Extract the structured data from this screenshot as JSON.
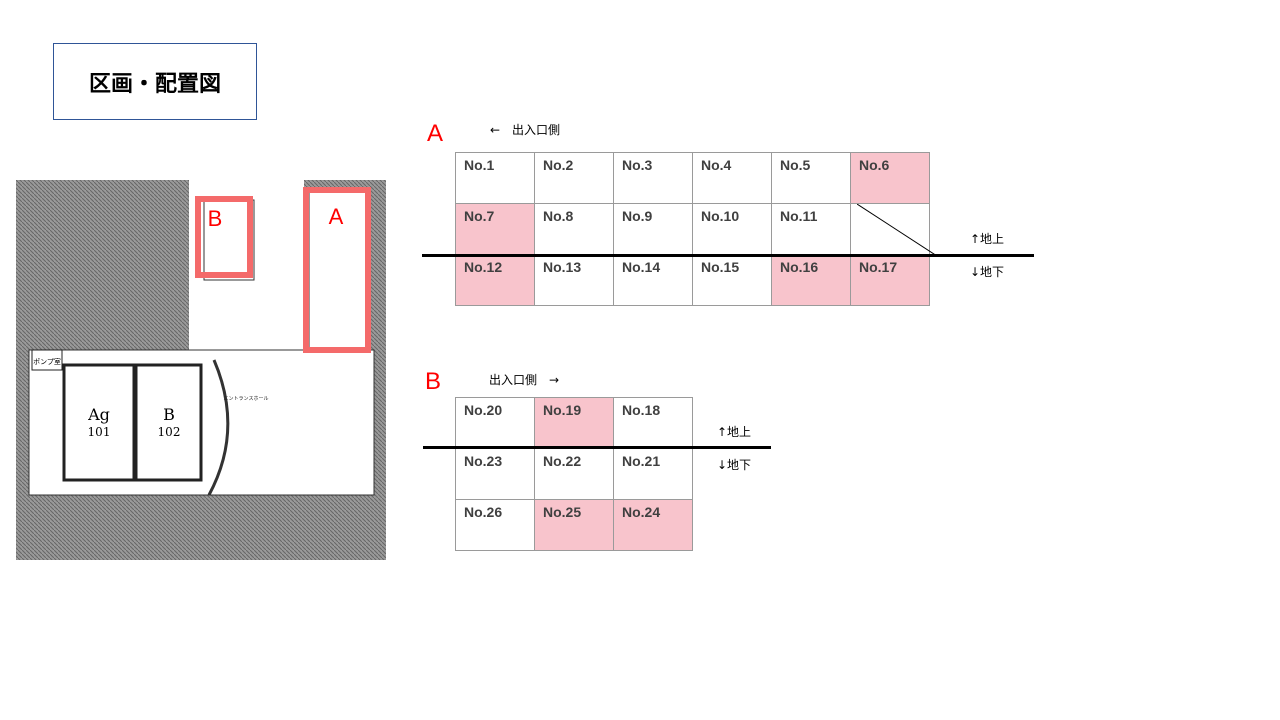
{
  "title": "区画・配置図",
  "plan": {
    "labels": {
      "unit1": "Ag",
      "unit1_no": "101",
      "unit2": "B",
      "unit2_no": "102",
      "pump": "ポンプ室",
      "entrance": "エントランスホール",
      "area_a": "A",
      "area_b": "B"
    },
    "highlight_color": "#f46a6a"
  },
  "section_a": {
    "label": "A",
    "entrance_note": "←　出入口側",
    "above": "↑地上",
    "below": "↓地下",
    "rows": [
      [
        {
          "t": "No.1"
        },
        {
          "t": "No.2"
        },
        {
          "t": "No.3"
        },
        {
          "t": "No.4"
        },
        {
          "t": "No.5"
        },
        {
          "t": "No.6",
          "p": true
        }
      ],
      [
        {
          "t": "No.7",
          "p": true
        },
        {
          "t": "No.8"
        },
        {
          "t": "No.9"
        },
        {
          "t": "No.10"
        },
        {
          "t": "No.11"
        },
        {
          "t": "",
          "x": true
        }
      ],
      [
        {
          "t": "No.12",
          "p": true
        },
        {
          "t": "No.13"
        },
        {
          "t": "No.14"
        },
        {
          "t": "No.15"
        },
        {
          "t": "No.16",
          "p": true
        },
        {
          "t": "No.17",
          "p": true
        }
      ]
    ]
  },
  "section_b": {
    "label": "B",
    "entrance_note": "出入口側　→",
    "above": "↑地上",
    "below": "↓地下",
    "rows": [
      [
        {
          "t": "No.20"
        },
        {
          "t": "No.19",
          "p": true
        },
        {
          "t": "No.18"
        }
      ],
      [
        {
          "t": "No.23"
        },
        {
          "t": "No.22"
        },
        {
          "t": "No.21"
        }
      ],
      [
        {
          "t": "No.26"
        },
        {
          "t": "No.25",
          "p": true
        },
        {
          "t": "No.24",
          "p": true
        }
      ]
    ]
  },
  "colors": {
    "occupied": "#f8c4cc",
    "section_label": "#ff0000"
  }
}
